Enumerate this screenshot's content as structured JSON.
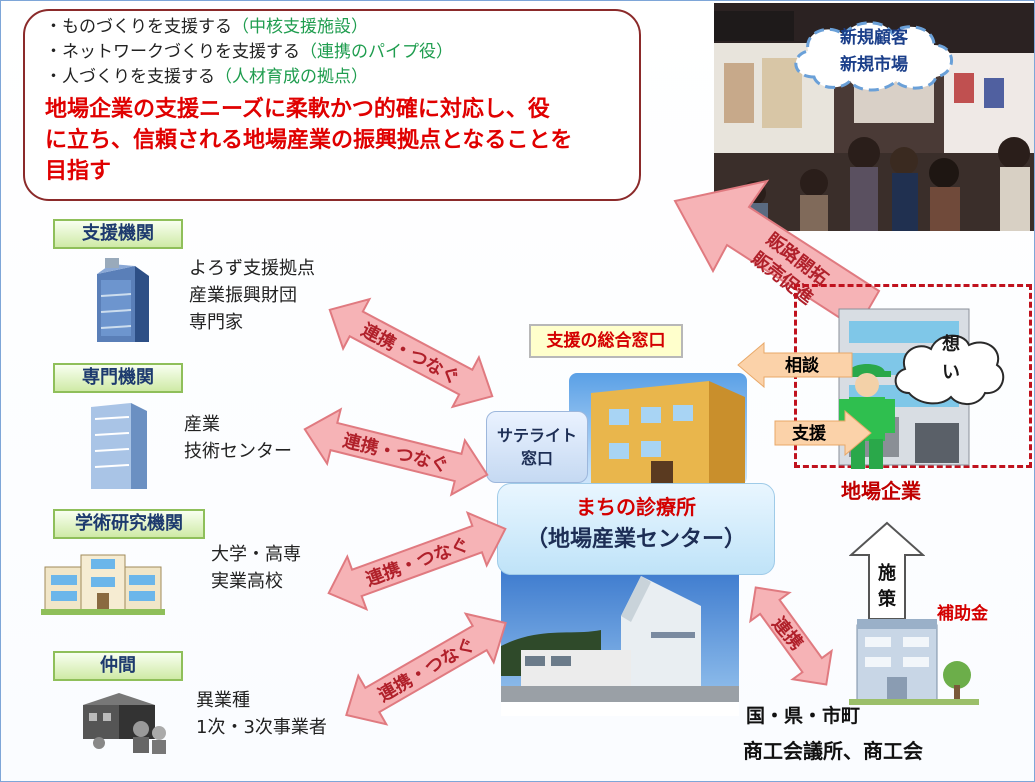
{
  "mission": {
    "line1": "・ものづくりを支援する",
    "line1_note": "（中核支援施設）",
    "line2": "・ネットワークづくりを支援する",
    "line2_note": "（連携のパイプ役）",
    "line3": "・人づくりを支援する",
    "line3_note": "（人材育成の拠点）",
    "main_line1": "地場企業の支援ニーズに柔軟かつ的確に対応し、役",
    "main_line2": "に立ち、信頼される地場産業の振興拠点となることを",
    "main_line3": "目指す"
  },
  "categories": [
    {
      "label": "支援機関",
      "items": [
        "よろず支援拠点",
        "産業振興財団",
        "専門家"
      ]
    },
    {
      "label": "専門機関",
      "items": [
        "産業",
        "技術センター"
      ]
    },
    {
      "label": "学術研究機関",
      "items": [
        "大学・高専",
        "実業高校"
      ]
    },
    {
      "label": "仲間",
      "items": [
        "異業種",
        "1次・3次事業者"
      ]
    }
  ],
  "link_label": "連携・つなぐ",
  "center": {
    "window_label": "支援の総合窓口",
    "satellite_line1": "サテライト",
    "satellite_line2": "窓口",
    "name_line1": "まちの診療所",
    "name_line2": "（地場産業センター）"
  },
  "company": {
    "label": "地場企業",
    "consult": "相談",
    "support": "支援",
    "thought_line1": "想",
    "thought_line2": "い"
  },
  "market": {
    "line1": "新規顧客",
    "line2": "新規市場",
    "arrow_line1": "販路開拓",
    "arrow_line2": "販売促進"
  },
  "government": {
    "policy_line1": "施",
    "policy_line2": "策",
    "subsidy": "補助金",
    "collab": "連携",
    "line1": "国・県・市町",
    "line2": "商工会議所、商工会"
  },
  "colors": {
    "arrow_fill": "#f6b3b6",
    "arrow_stroke": "#e07a80",
    "accent_red": "#e00000",
    "category_green": "#8fbf5a",
    "green_text": "#1f9d4f"
  }
}
